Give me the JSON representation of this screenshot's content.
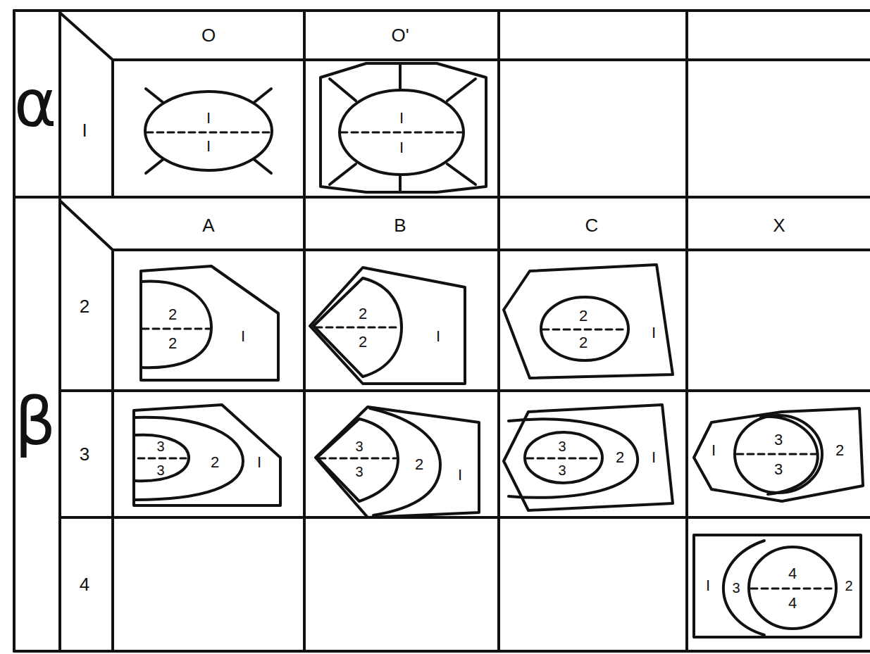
{
  "diagram": {
    "labels": [
      "α",
      "O",
      "O'",
      "I",
      "I",
      "I",
      "I",
      "I",
      "β",
      "A",
      "B",
      "C",
      "X",
      "2",
      "2",
      "2",
      "I",
      "2",
      "2",
      "I",
      "2",
      "2",
      "I",
      "3",
      "3",
      "3",
      "2",
      "I",
      "3",
      "3",
      "2",
      "I",
      "3",
      "3",
      "2",
      "I",
      "I",
      "3",
      "3",
      "2",
      "4",
      "I",
      "3",
      "4",
      "4",
      "2"
    ]
  }
}
